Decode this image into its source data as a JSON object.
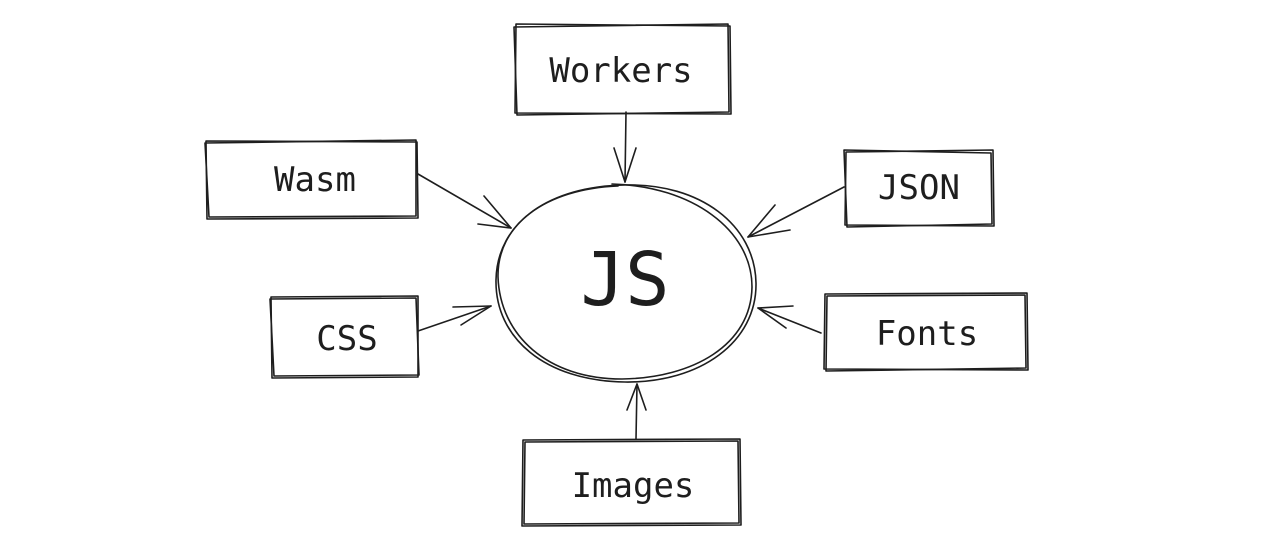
{
  "center": {
    "label": "JS"
  },
  "nodes": [
    {
      "id": "workers",
      "label": "Workers"
    },
    {
      "id": "wasm",
      "label": "Wasm"
    },
    {
      "id": "json",
      "label": "JSON"
    },
    {
      "id": "css",
      "label": "CSS"
    },
    {
      "id": "fonts",
      "label": "Fonts"
    },
    {
      "id": "images",
      "label": "Images"
    }
  ],
  "edges": [
    {
      "from": "workers",
      "to": "center"
    },
    {
      "from": "wasm",
      "to": "center"
    },
    {
      "from": "json",
      "to": "center"
    },
    {
      "from": "css",
      "to": "center"
    },
    {
      "from": "fonts",
      "to": "center"
    },
    {
      "from": "images",
      "to": "center"
    }
  ]
}
